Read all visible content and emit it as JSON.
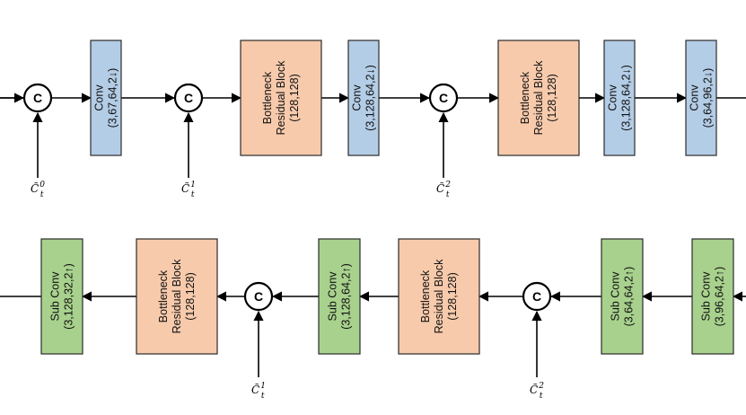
{
  "colors": {
    "conv": "#b4cde6",
    "residual": "#f7caac",
    "subconv": "#a8d18d",
    "border": "#2b2b2b"
  },
  "encoder_row": {
    "concat_nodes": [
      {
        "label": "C"
      },
      {
        "label": "C"
      },
      {
        "label": "C"
      }
    ],
    "blocks": [
      {
        "kind": "conv",
        "lines": [
          "Conv",
          "(3,67,64,2↓)"
        ]
      },
      {
        "kind": "residual",
        "lines": [
          "Bottleneck",
          "Residual Block",
          "(128,128)"
        ]
      },
      {
        "kind": "conv",
        "lines": [
          "Conv",
          "(3,128,64,2↓)"
        ]
      },
      {
        "kind": "residual",
        "lines": [
          "Bottleneck",
          "Residual Block",
          "(128,128)"
        ]
      },
      {
        "kind": "conv",
        "lines": [
          "Conv",
          "(3,128,64,2↓)"
        ]
      },
      {
        "kind": "conv",
        "lines": [
          "Conv",
          "(3,64,96,2↓)"
        ]
      }
    ],
    "inputs": [
      {
        "base": "C̃",
        "sub": "t",
        "sup": "0"
      },
      {
        "base": "C̃",
        "sub": "t",
        "sup": "1"
      },
      {
        "base": "C̃",
        "sub": "t",
        "sup": "2"
      }
    ]
  },
  "decoder_row": {
    "concat_nodes": [
      {
        "label": "C"
      },
      {
        "label": "C"
      }
    ],
    "blocks": [
      {
        "kind": "subconv",
        "lines": [
          "Sub Conv",
          "(3,128,32,2↑)"
        ]
      },
      {
        "kind": "residual",
        "lines": [
          "Bottleneck",
          "Residual Block",
          "(128,128)"
        ]
      },
      {
        "kind": "subconv",
        "lines": [
          "Sub Conv",
          "(3,128,64,2↑)"
        ]
      },
      {
        "kind": "residual",
        "lines": [
          "Bottleneck",
          "Residual Block",
          "(128,128)"
        ]
      },
      {
        "kind": "subconv",
        "lines": [
          "Sub Conv",
          "(3,64,64,2↑)"
        ]
      },
      {
        "kind": "subconv",
        "lines": [
          "Sub Conv",
          "(3,96,64,2↑)"
        ]
      }
    ],
    "inputs": [
      {
        "base": "C̃",
        "sub": "t",
        "sup": "1"
      },
      {
        "base": "C̃",
        "sub": "t",
        "sup": "2"
      }
    ]
  }
}
